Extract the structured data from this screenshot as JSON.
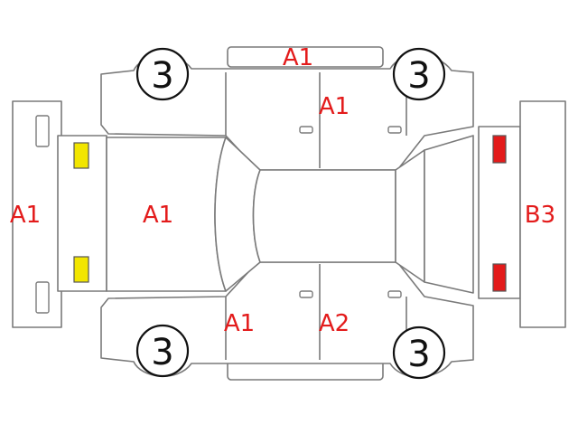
{
  "colors": {
    "code_text": "#e31b1b",
    "amber_light": "#f2e600",
    "red_light": "#e31b1b",
    "outline": "#7a7a7a"
  },
  "wheels": {
    "front_left": "3",
    "rear_left": "3",
    "front_right": "3",
    "rear_right": "3"
  },
  "damage_codes": {
    "left_side_top_bumper": "A1",
    "left_rear_door": "A1",
    "front_bumper": "A1",
    "hood": "A1",
    "right_front_door": "A1",
    "right_rear_door": "A2",
    "rear_bumper": "B3"
  }
}
